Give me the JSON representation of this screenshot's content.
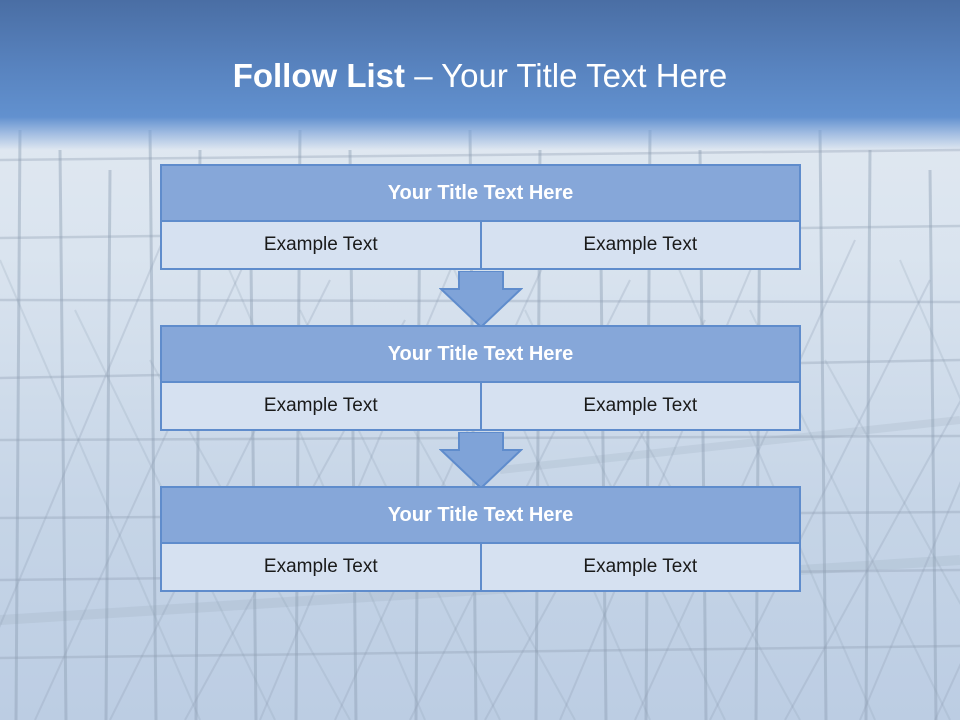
{
  "slide": {
    "title_strong": "Follow List",
    "title_rest": " – Your Title Text Here"
  },
  "blocks": [
    {
      "title": "Your Title Text Here",
      "left": "Example Text",
      "right": "Example Text"
    },
    {
      "title": "Your Title Text Here",
      "left": "Example Text",
      "right": "Example Text"
    },
    {
      "title": "Your Title Text Here",
      "left": "Example Text",
      "right": "Example Text"
    }
  ],
  "colors": {
    "header": "#5883bf",
    "block_title_fill": "#86a7d9",
    "block_border": "#5f8ccc",
    "cell_fill": "#d6e1f1",
    "arrow_fill": "#7fa3d8",
    "title_text": "#ffffff"
  },
  "background": {
    "icon": "scaffolding-photo"
  }
}
